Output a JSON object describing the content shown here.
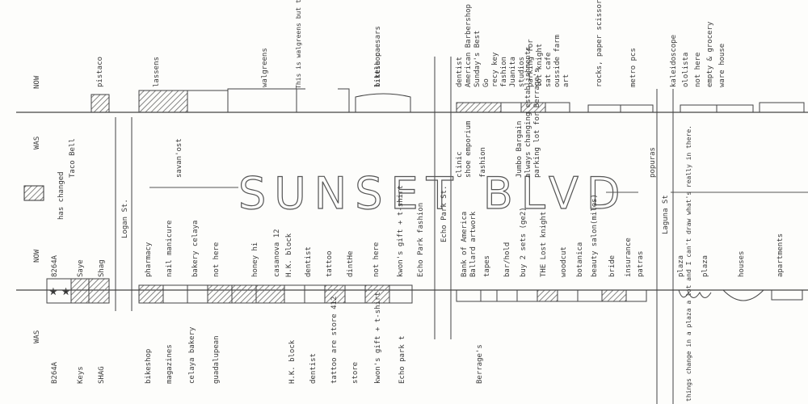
{
  "title": "SUNSET BLVD",
  "legend": {
    "label": "has changed"
  },
  "top_side": {
    "now_label": "NOW",
    "was_label": "WAS",
    "now": [
      "pistaco",
      "lassens",
      "walgreens",
      "little caesars",
      "bikeshop",
      "dentist",
      "American Barbershop",
      "Sunday's Best",
      "Go",
      "recy key",
      "fashion",
      "Juanita",
      "studios",
      "parking for",
      "lot knight",
      "sat cafe",
      "ousside farm",
      "art",
      "rocks, paper scissors",
      "metro pcs",
      "kaleidoscope",
      "ololista",
      "not here",
      "empty & grocery",
      "ware house"
    ],
    "was": [
      "Taco Bell",
      "savan'ost",
      "clinic",
      "shoe emporium",
      "fashion",
      "Jumbo Bargain",
      "always changing establishments",
      "parking lot for Berrage's",
      "popuras"
    ],
    "note": "This is walgreens but the establishments to the east were drawn too big. The walgreens bounds the plaza place"
  },
  "streets": [
    "Logan St.",
    "Echo Park St.",
    "Laguna St"
  ],
  "bottom_side": {
    "now_label": "NOW",
    "was_label": "WAS",
    "now": [
      "8264A",
      "Saye",
      "Shag",
      "pharmacy",
      "nail manicure",
      "bakery celaya",
      "not here",
      "honey hi",
      "casanova 12",
      "H.K. block",
      "dentist",
      "tattoo",
      "dintHe",
      "not here",
      "kwon's gift + t-shirt",
      "Echo Park fashion",
      "Bank of America",
      "Ballard artwork",
      "tapes",
      "bar/hold",
      "buy 2 sets (ge2)",
      "THE Lost knight",
      "woodcut",
      "botanica",
      "beauty salon(miles)",
      "bride",
      "insurance",
      "patras",
      "plaza",
      "plaza",
      "houses",
      "apartments"
    ],
    "was": [
      "B264A",
      "Keys",
      "SHAG",
      "bikeshop",
      "magazines",
      "celaya bakery",
      "guadalupean",
      "H.K. block",
      "dentist",
      "tattoo are store 412",
      "store",
      "kwon's gift + t-shirt",
      "Echo park t",
      "Berrage's"
    ],
    "note": "things change in a plaza a lot and I can't draw what's really in there."
  },
  "colors": {
    "ink": "#3a3a3a",
    "paper": "#fdfdfb",
    "hatch": "#666666"
  }
}
